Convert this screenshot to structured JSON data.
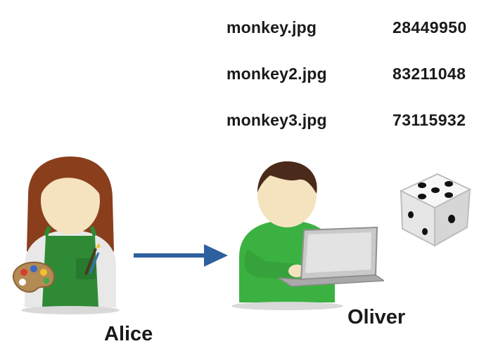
{
  "files": [
    {
      "name": "monkey.jpg",
      "id": "28449950"
    },
    {
      "name": "monkey2.jpg",
      "id": "83211048"
    },
    {
      "name": "monkey3.jpg",
      "id": "73115932"
    }
  ],
  "people": {
    "sender": {
      "name": "Alice"
    },
    "receiver": {
      "name": "Oliver"
    }
  },
  "colors": {
    "arrow": "#2e5f9e",
    "shirt": "#3bb141",
    "apron": "#2f8a36",
    "skin": "#f5e3c0",
    "hair_alice": "#8a3e1c",
    "hair_oliver": "#4a2a1a",
    "laptop": "#c9c9c9"
  },
  "icons": [
    "alice-avatar-icon",
    "artist-palette-icon",
    "paintbrush-icon",
    "oliver-avatar-icon",
    "laptop-icon",
    "dice-icon",
    "right-arrow-icon"
  ]
}
